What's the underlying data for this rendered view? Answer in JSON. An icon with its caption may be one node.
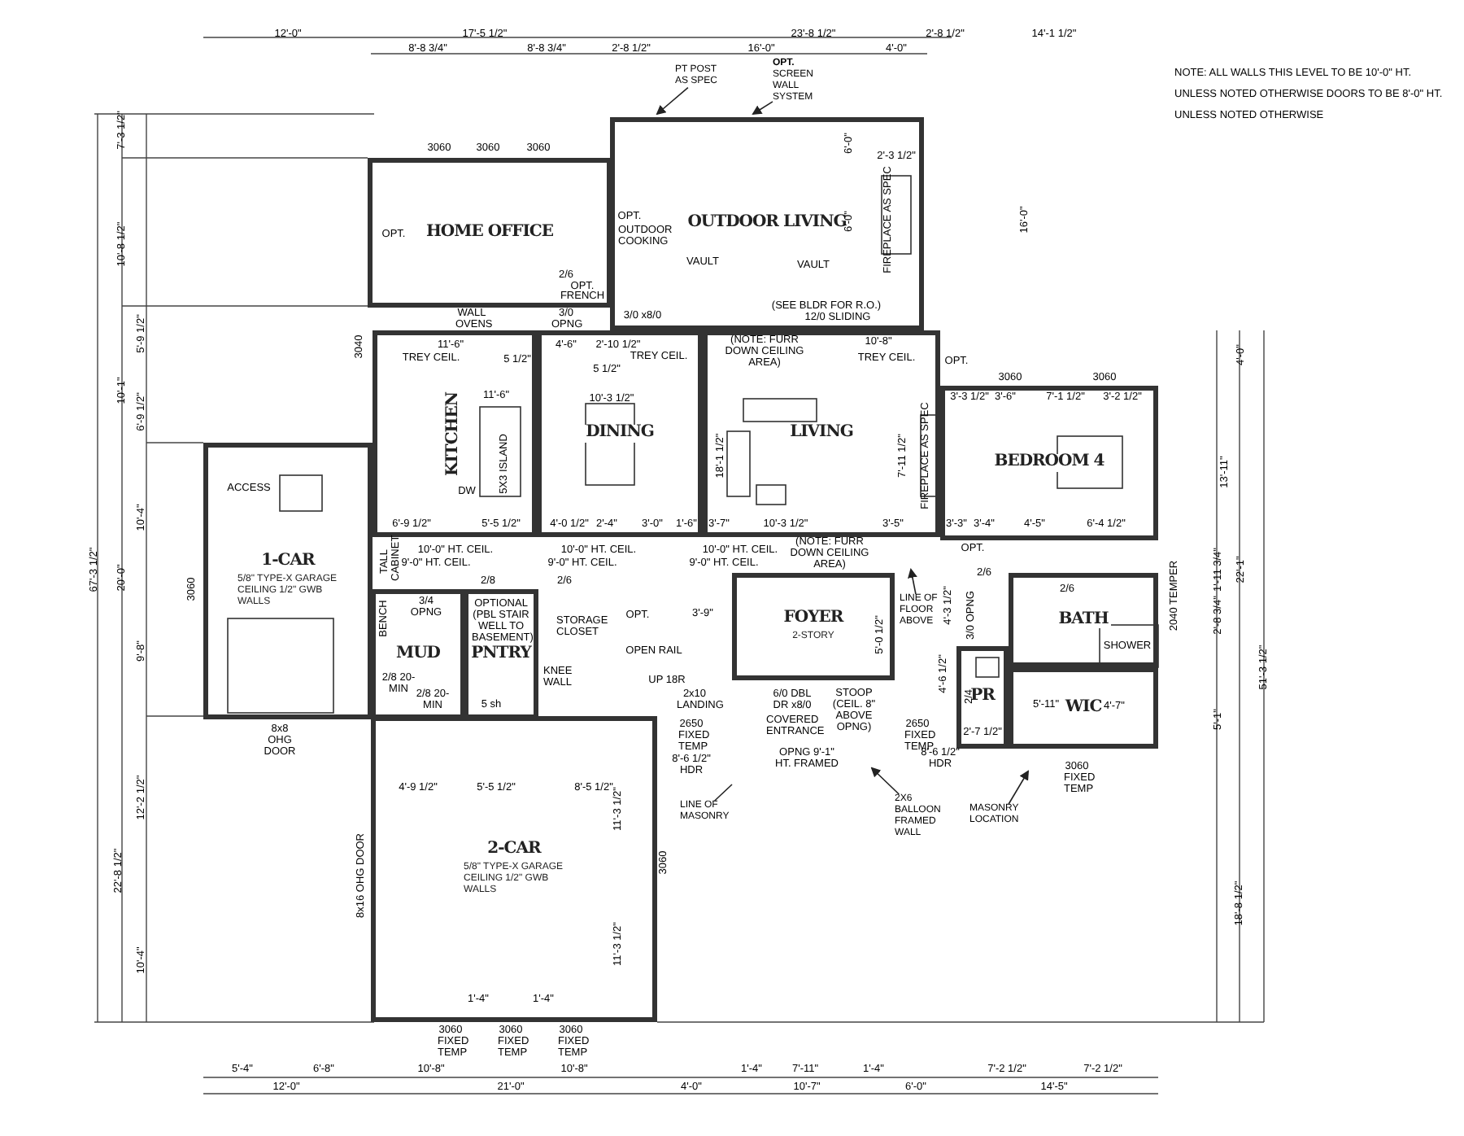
{
  "diagram": {
    "nodes": [
      {
        "text": [
          "HOME OFFICE"
        ]
      },
      {
        "text": [
          "OUTDOOR LIVING"
        ]
      },
      {
        "text": [
          "KITCHEN"
        ]
      },
      {
        "text": [
          "DINING"
        ]
      },
      {
        "text": [
          "LIVING"
        ]
      },
      {
        "text": [
          "BEDROOM 4"
        ]
      },
      {
        "text": [
          "1-CAR",
          "5/8\" TYPE-X GARAGE CEILING 1/2\" GWB WALLS"
        ]
      },
      {
        "text": [
          "MUD"
        ]
      },
      {
        "text": [
          "PNTRY"
        ]
      },
      {
        "text": [
          "FOYER",
          "2-STORY"
        ]
      },
      {
        "text": [
          "BATH"
        ]
      },
      {
        "text": [
          "PR"
        ]
      },
      {
        "text": [
          "WIC"
        ]
      },
      {
        "text": [
          "2-CAR",
          "5/8\" TYPE-X GARAGE CEILING 1/2\" GWB WALLS"
        ]
      },
      {
        "text": [
          "PT POST AS SPEC"
        ]
      },
      {
        "text": [
          "OPT.",
          "SCREEN WALL SYSTEM"
        ]
      },
      {
        "text": [
          "LINE OF FLOOR ABOVE"
        ]
      },
      {
        "text": [
          "2X6 BALLOON FRAMED WALL"
        ]
      },
      {
        "text": [
          "LINE OF MASONRY"
        ]
      },
      {
        "text": [
          "MASONRY LOCATION"
        ]
      }
    ],
    "edges": [
      {
        "from": 14,
        "to": null,
        "arrow": "to"
      },
      {
        "from": 15,
        "to": null,
        "arrow": "to"
      },
      {
        "from": 16,
        "to": null,
        "arrow": "to"
      },
      {
        "from": 17,
        "to": null,
        "arrow": "to"
      },
      {
        "from": 18,
        "to": null,
        "arrow": "none"
      },
      {
        "from": 19,
        "to": null,
        "arrow": "to"
      }
    ],
    "labels": [
      "12'-0\"",
      "17'-5 1/2\"",
      "23'-8 1/2\"",
      "2'-8 1/2\"",
      "14'-1 1/2\"",
      "8'-8 3/4\"",
      "8'-8 3/4\"",
      "2'-8 1/2\"",
      "16'-0\"",
      "4'-0\"",
      "NOTE: ALL WALLS THIS LEVEL TO BE 10'-0\" HT. UNLESS NOTED OTHERWISE DOORS TO BE 8'-0\" HT. UNLESS NOTED OTHERWISE",
      "3060",
      "3060",
      "3060",
      "OPT.",
      "OPT.",
      "OUTDOOR COOKING",
      "2/6",
      "OPT.",
      "FRENCH",
      "VAULT",
      "VAULT",
      "6'-0\"",
      "6'-0\"",
      "2'-3 1/2\"",
      "FIREPLACE AS SPEC",
      "16'-0\"",
      "(SEE BLDR FOR R.O.)",
      "12/0 SLIDING",
      "7'-3 1/2\"",
      "10'-8 1/2\"",
      "5'-9 1/2\"",
      "10'-1\"",
      "6'-9 1/2\"",
      "WALL OVENS",
      "3/0 OPNG",
      "3/0 x8/0",
      "11'-6\"",
      "4'-6\"",
      "2'-10 1/2\"",
      "TREY CEIL.",
      "5 1/2\"",
      "5 1/2\"",
      "TREY CEIL.",
      "(NOTE: FURR DOWN CEILING AREA)",
      "10'-8\"",
      "TREY CEIL.",
      "OPT.",
      "4'-0\"",
      "3060",
      "3060",
      "3040",
      "11'-6\"",
      "5X3 ISLAND",
      "DW",
      "10'-3 1/2\"",
      "3'-3 1/2\"",
      "3'-6\"",
      "7'-1 1/2\"",
      "3'-2 1/2\"",
      "13'-11\"",
      "7'-11 1/2\"",
      "FIREPLACE AS SPEC",
      "18'-1 1/2\"",
      "TALL CABINET",
      "6'-9 1/2\"",
      "5'-5 1/2\"",
      "4'-0 1/2\"",
      "2'-4\"",
      "3'-0\"",
      "1'-6\"",
      "3'-7\"",
      "10'-3 1/2\"",
      "3'-5\"",
      "3'-3\"",
      "3'-4\"",
      "4'-5\"",
      "6'-4 1/2\"",
      "10'-0\" HT. CEIL.",
      "9'-0\" HT. CEIL.",
      "10'-0\" HT. CEIL.",
      "9'-0\" HT. CEIL.",
      "10'-0\" HT. CEIL.",
      "9'-0\" HT. CEIL.",
      "OPT.",
      "(NOTE: FURR DOWN CEILING AREA)",
      "2/6",
      "2/6",
      "22'-1\"",
      "1'-11 3/4\"",
      "2040 TEMPER",
      "3/0 OPNG",
      "2'-8 3/4\"",
      "67'-3 1/2\"",
      "20'-0\"",
      "10'-4\"",
      "9'-8\"",
      "ACCESS",
      "3060",
      "3/4 OPNG",
      "2/8",
      "2/6",
      "OPTIONAL (PBL STAIR WELL TO BASEMENT)",
      "STORAGE CLOSET",
      "OPT.",
      "3'-9\"",
      "BENCH",
      "OPEN RAIL",
      "KNEE WALL",
      "UP 18R",
      "2x10 LANDING",
      "2/8 20-MIN",
      "2/8 20-MIN",
      "5 sh",
      "8x8 OHG DOOR",
      "5'-0 1/2\"",
      "4'-3 1/2\"",
      "6/0 DBL DR x8/0",
      "COVERED ENTRANCE",
      "STOOP (CEIL. 8\" ABOVE OPNG)",
      "OPNG 9'-1\" HT. FRAMED",
      "2650 FIXED TEMP",
      "8'-6 1/2\" HDR",
      "2650 FIXED TEMP",
      "8'-6 1/2\" HDR",
      "SHOWER",
      "2'-7 1/2\"",
      "5'-11\"",
      "4'-7\"",
      "4'-6 1/2\"",
      "2/4",
      "5'-1\"",
      "51'-3 1/2\"",
      "3060 FIXED TEMP",
      "12'-2 1/2\"",
      "22'-8 1/2\"",
      "10'-4\"",
      "4'-9 1/2\"",
      "5'-5 1/2\"",
      "8'-5 1/2\"",
      "11'-3 1/2\"",
      "11'-3 1/2\"",
      "8x16 OHG DOOR",
      "3060",
      "1'-4\"",
      "1'-4\"",
      "3060 FIXED TEMP",
      "3060 FIXED TEMP",
      "3060 FIXED TEMP",
      "18'-8 1/2\"",
      "5'-4\"",
      "6'-8\"",
      "10'-8\"",
      "10'-8\"",
      "1'-4\"",
      "7'-11\"",
      "1'-4\"",
      "7'-2 1/2\"",
      "7'-2 1/2\"",
      "12'-0\"",
      "21'-0\"",
      "4'-0\"",
      "10'-7\"",
      "6'-0\"",
      "14'-5\""
    ]
  }
}
